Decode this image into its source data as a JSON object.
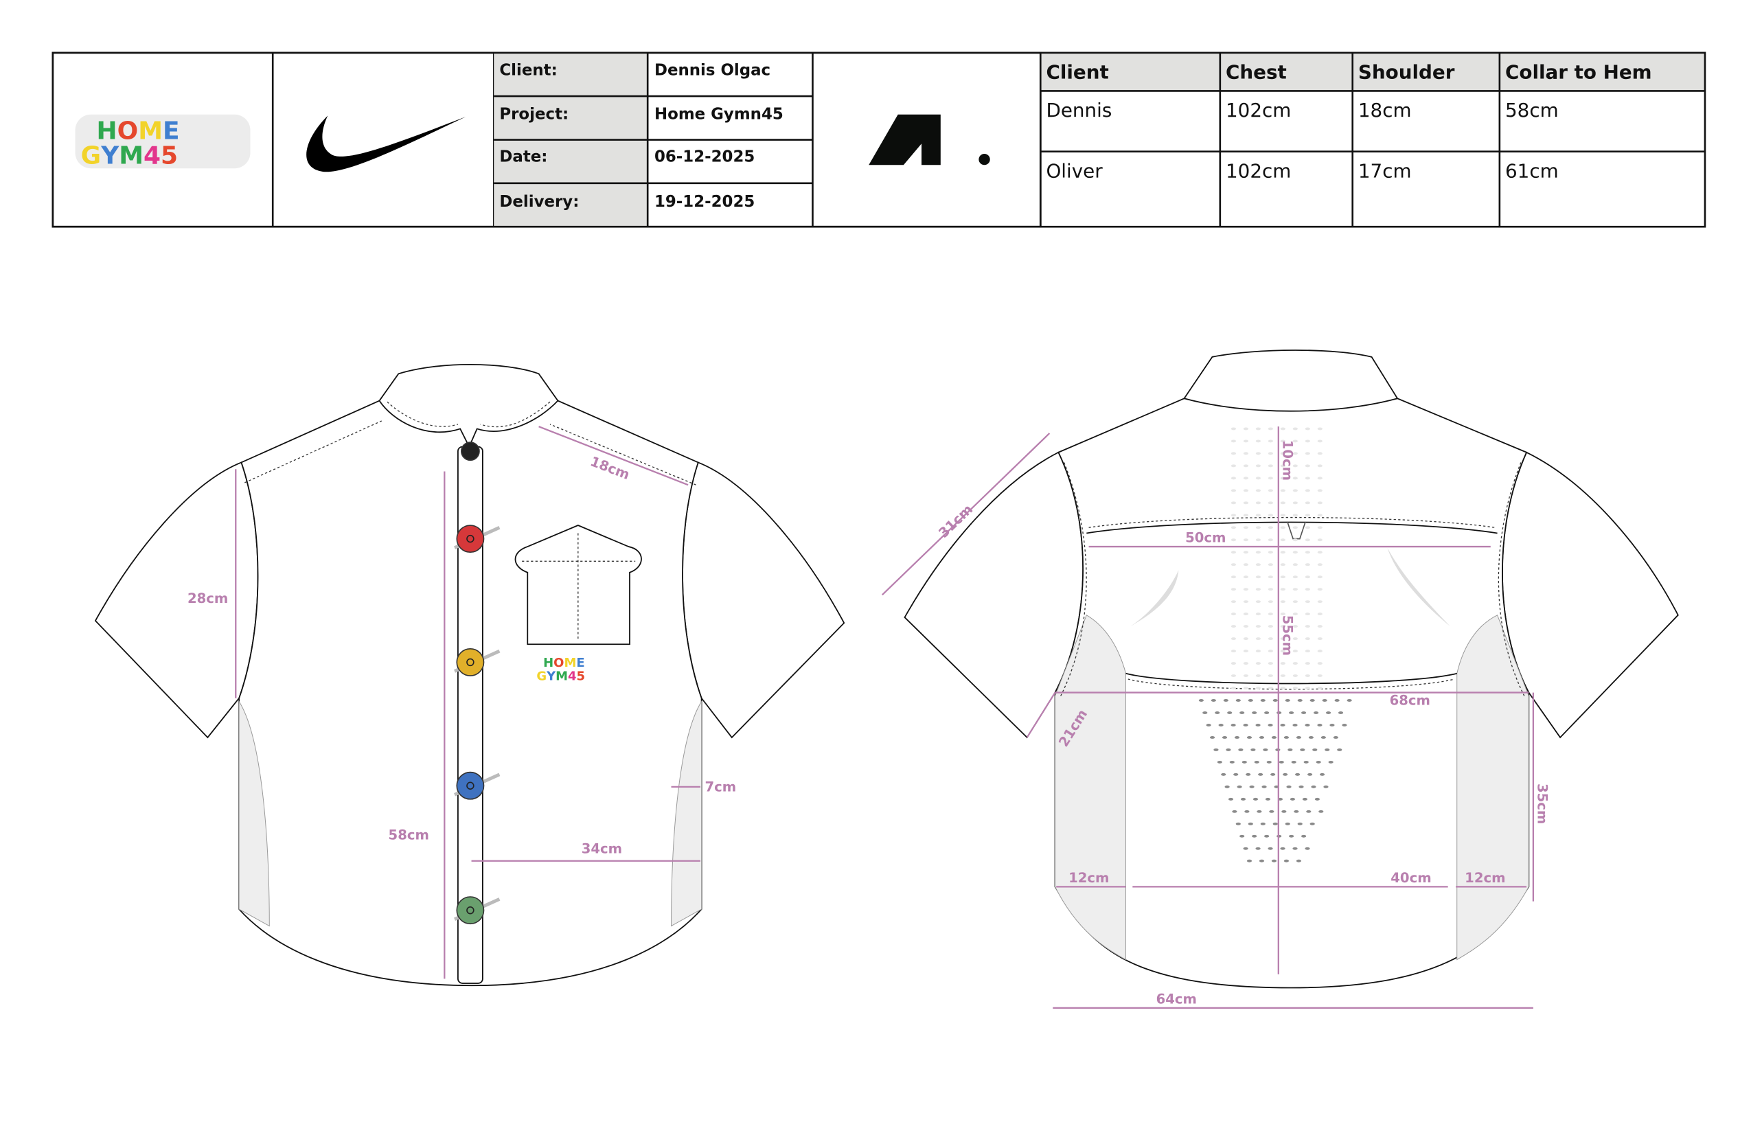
{
  "header": {
    "brand_logo_text": "HOME GYM45",
    "info": [
      {
        "label": "Client:",
        "value": "Dennis Olgac"
      },
      {
        "label": "Project:",
        "value": "Home Gymn45"
      },
      {
        "label": "Date:",
        "value": "06-12-2025"
      },
      {
        "label": "Delivery:",
        "value": "19-12-2025"
      }
    ]
  },
  "size_table": {
    "columns": [
      "Client",
      "Chest",
      "Shoulder",
      "Collar to Hem"
    ],
    "rows": [
      [
        "Dennis",
        "102cm",
        "18cm",
        "58cm"
      ],
      [
        "Oliver",
        "102cm",
        "17cm",
        "61cm"
      ]
    ]
  },
  "front": {
    "dims": {
      "shoulder": "18cm",
      "armhole": "28cm",
      "length": "58cm",
      "half_chest": "34cm",
      "side_panel": "7cm"
    },
    "pocket_logo_text": "HOME GYM45",
    "button_colors": [
      "#222222",
      "#d6383a",
      "#e1b02a",
      "#3f72c0",
      "#6aa06e"
    ]
  },
  "back": {
    "dims": {
      "sleeve": "31cm",
      "yoke": "10cm",
      "yoke_width": "50cm",
      "center": "55cm",
      "chest": "68cm",
      "cuff": "21cm",
      "side": "35cm",
      "panel_left": "12cm",
      "middle": "40cm",
      "panel_right": "12cm",
      "hem": "64cm"
    }
  },
  "colors": {
    "dimension": "#b87fae",
    "header_fill": "#e1e1df"
  }
}
